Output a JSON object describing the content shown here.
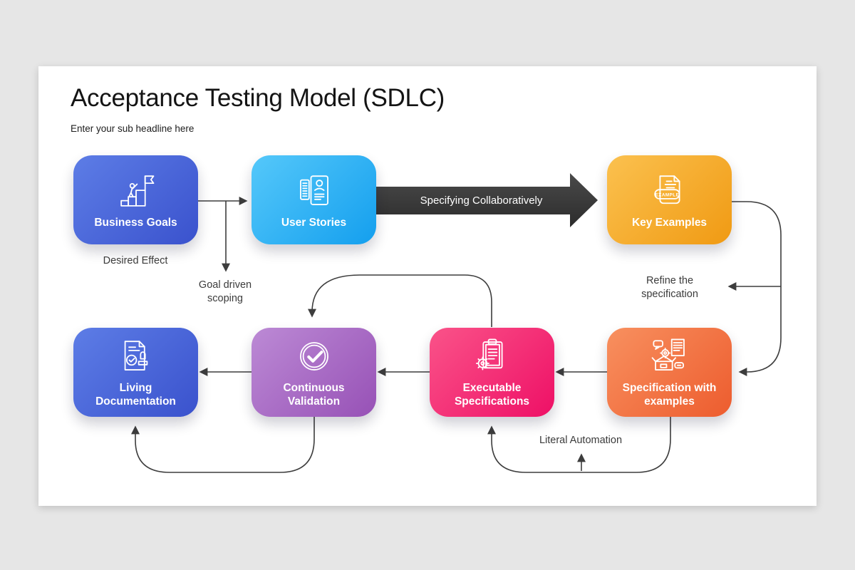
{
  "slide": {
    "page_background": "#e6e6e6",
    "slide_background": "#ffffff"
  },
  "header": {
    "title": "Acceptance Testing Model (SDLC)",
    "subtitle": "Enter your sub headline here"
  },
  "cards": [
    {
      "label": "Business Goals",
      "icon": "goal-stairs-flag-icon",
      "gradient_from": "#5d7de6",
      "gradient_to": "#3a52cd"
    },
    {
      "label": "User Stories",
      "icon": "user-story-card-icon",
      "gradient_from": "#55c8fa",
      "gradient_to": "#149fee"
    },
    {
      "label": "Key Examples",
      "icon": "example-document-icon",
      "badge": "EXAMPLE",
      "gradient_from": "#fbc14f",
      "gradient_to": "#f09a13"
    },
    {
      "label": "Living Documentation",
      "icon": "approved-document-stamp-icon",
      "gradient_from": "#5d7de6",
      "gradient_to": "#3a52cd"
    },
    {
      "label": "Continuous Validation",
      "icon": "check-circle-icon",
      "gradient_from": "#bc8ad5",
      "gradient_to": "#9751b6"
    },
    {
      "label": "Executable Specifications",
      "icon": "clipboard-gear-icon",
      "gradient_from": "#fa5389",
      "gradient_to": "#ee1066"
    },
    {
      "label": "Specification with examples",
      "icon": "box-spec-gear-icon",
      "gradient_from": "#f8905f",
      "gradient_to": "#ed5c2e"
    }
  ],
  "banner_arrow": {
    "label": "Specifying Collaboratively",
    "gradient_from": "#4a4a4a",
    "gradient_to": "#2c2c2c"
  },
  "annotations": {
    "desired_effect": "Desired Effect",
    "goal_driven_scoping": "Goal driven scoping",
    "refine_the_specification": "Refine the specification",
    "literal_automation": "Literal Automation"
  },
  "connector_color": "#3d3d3d"
}
